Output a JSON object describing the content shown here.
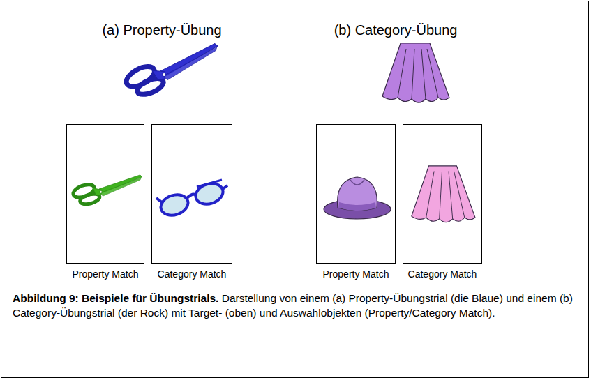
{
  "diagram": {
    "caption": "Abbildung 9: Beispiele für Übungstrials. Darstellung von einem (a) Property-Übungstrial (die Blaue) und einem (b) Category-Übungstrial (der Rock) mit Target- (oben) und Auswahlobjekten (Property/Category Match).",
    "nodes": [
      {
        "text": [
          "Property Match"
        ]
      },
      {
        "text": [
          "Category Match"
        ]
      },
      {
        "text": [
          "Property Match"
        ]
      },
      {
        "text": [
          "Category Match"
        ]
      }
    ],
    "labels": [
      "(a) Property-Übung",
      "(b) Category-Übung"
    ]
  }
}
